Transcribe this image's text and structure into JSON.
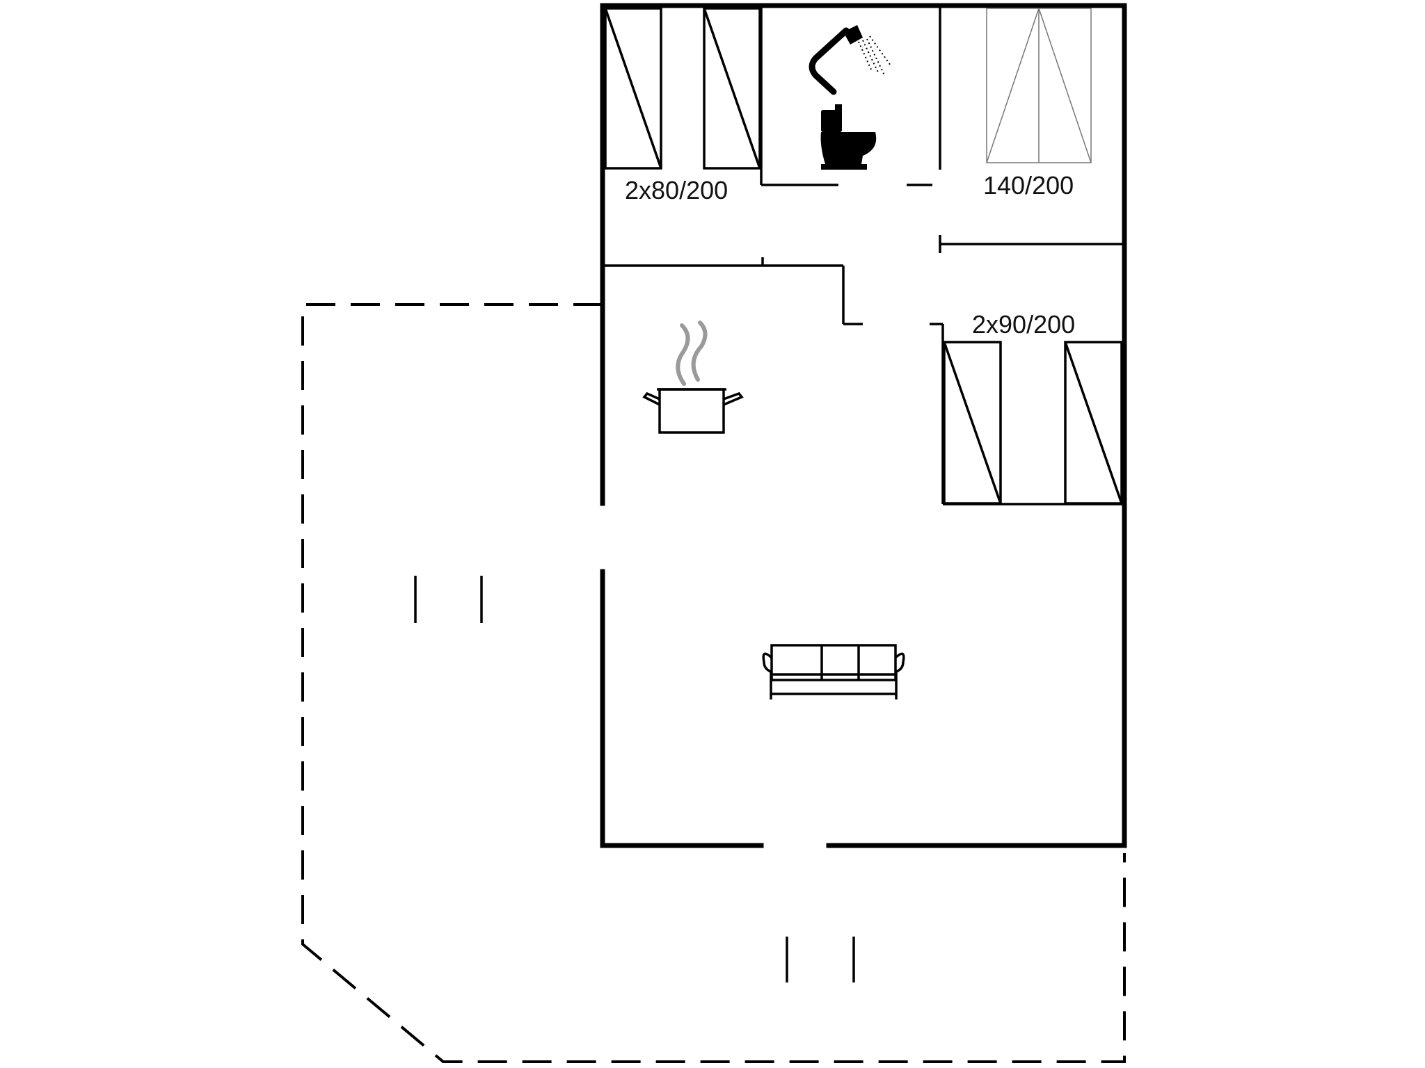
{
  "floorplan": {
    "labels": {
      "beds_top_left": "2x80/200",
      "bed_top_right": "140/200",
      "beds_right": "2x90/200"
    },
    "icons": [
      "shower-icon",
      "toilet-icon",
      "cooking-pot-icon",
      "sofa-icon"
    ],
    "colors": {
      "wall": "#000000",
      "background": "#ffffff",
      "steam": "#9a9a9a"
    }
  }
}
